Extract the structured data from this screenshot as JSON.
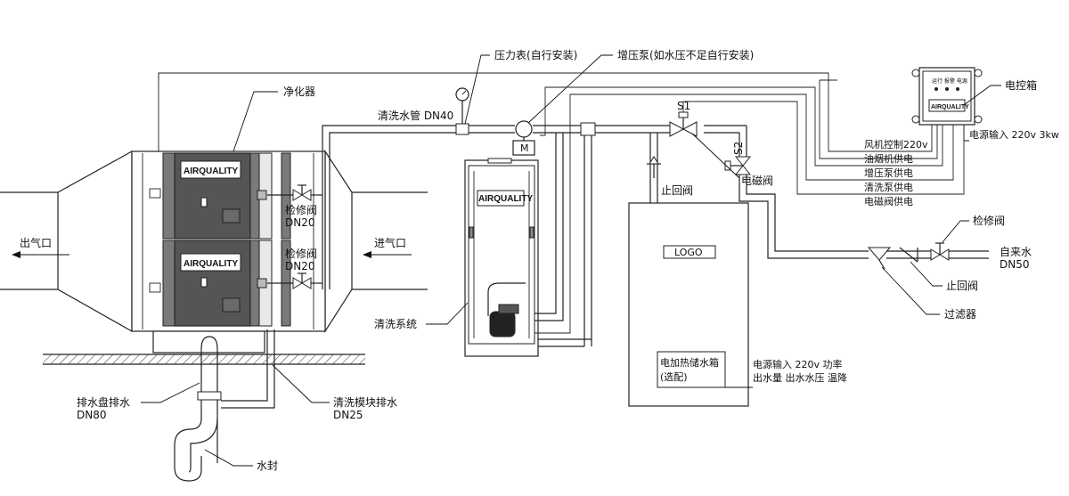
{
  "labels": {
    "purifier": "净化器",
    "outlet": "出气口",
    "inlet": "进气口",
    "valve_top": "检修阀",
    "dn20_top": "DN20",
    "valve_bottom": "检修阀",
    "dn20_bottom": "DN20",
    "wash_pipe": "清洗水管 DN40",
    "pressure_gauge": "压力表(自行安装)",
    "booster_pump": "增压泵(如水压不足自行安装)",
    "control_box": "电控箱",
    "power_input_main": "电源输入 220v 3kw",
    "fan_control": "风机控制220v",
    "fume_power": "油烟机供电",
    "booster_power": "增压泵供电",
    "wash_pump_power": "清洗泵供电",
    "solenoid_power": "电磁阀供电",
    "s1": "S1",
    "s2": "S2",
    "check_valve_upper": "止回阀",
    "solenoid_valve": "电磁阀",
    "maint_valve_right": "检修阀",
    "tap_water": "自来水",
    "dn50": "DN50",
    "check_valve_lower": "止回阀",
    "filter": "过滤器",
    "wash_system": "清洗系统",
    "drain_tray": "排水盘排水",
    "dn80": "DN80",
    "wash_module_drain": "清洗模块排水",
    "dn25": "DN25",
    "water_seal": "水封",
    "logo": "LOGO",
    "heater_tank_line1": "电加热储水箱",
    "heater_tank_line2": "(选配)",
    "heater_power_line1": "电源输入 220v 功率",
    "heater_power_line2": "出水量 出水水压 温降",
    "motor": "M"
  },
  "brand": {
    "module_top": "AIRQUALITY",
    "module_bottom": "AIRQUALITY",
    "wash_cabinet": "AIRQUALITY",
    "control_box": "AIRQUALITY",
    "control_box_leds": "运行 报警 电源"
  }
}
